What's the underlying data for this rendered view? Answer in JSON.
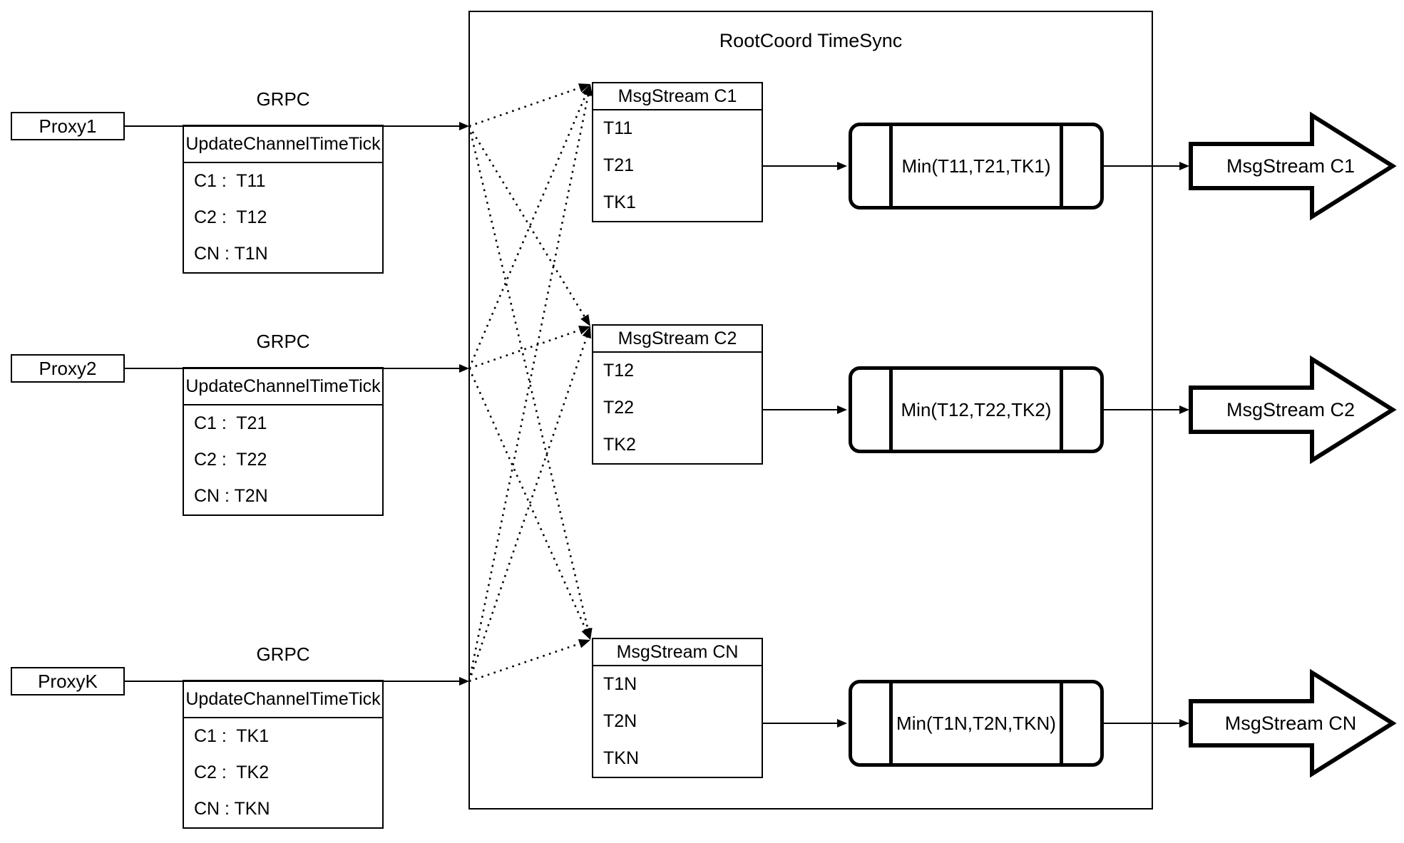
{
  "diagram": {
    "title": "RootCoord TimeSync",
    "grpc_label": "GRPC",
    "proxies": [
      {
        "name": "Proxy1",
        "table": {
          "header": "UpdateChannelTimeTick",
          "rows": [
            "C1 :  T11",
            "C2 :  T12",
            "CN : T1N"
          ]
        }
      },
      {
        "name": "Proxy2",
        "table": {
          "header": "UpdateChannelTimeTick",
          "rows": [
            "C1 :  T21",
            "C2 :  T22",
            "CN : T2N"
          ]
        }
      },
      {
        "name": "ProxyK",
        "table": {
          "header": "UpdateChannelTimeTick",
          "rows": [
            "C1 :  TK1",
            "C2 :  TK2",
            "CN : TKN"
          ]
        }
      }
    ],
    "streams": [
      {
        "header": "MsgStream C1",
        "rows": [
          "T11",
          "T21",
          "TK1"
        ],
        "min_label": "Min(T11,T21,TK1)",
        "output_label": "MsgStream C1"
      },
      {
        "header": "MsgStream C2",
        "rows": [
          "T12",
          "T22",
          "TK2"
        ],
        "min_label": "Min(T12,T22,TK2)",
        "output_label": "MsgStream C2"
      },
      {
        "header": "MsgStream CN",
        "rows": [
          "T1N",
          "T2N",
          "TKN"
        ],
        "min_label": "Min(T1N,T2N,TKN)",
        "output_label": "MsgStream CN"
      }
    ]
  }
}
